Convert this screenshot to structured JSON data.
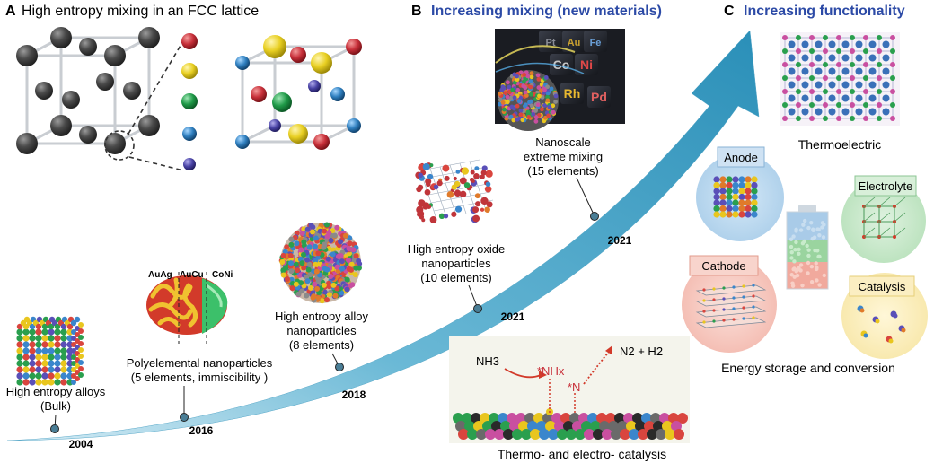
{
  "panels": {
    "a": {
      "letter": "A",
      "title": "High entropy mixing in an FCC lattice"
    },
    "b": {
      "letter": "B",
      "title": "Increasing mixing (new materials)"
    },
    "c": {
      "letter": "C",
      "title": "Increasing functionality"
    }
  },
  "timeline": [
    {
      "year": "2004",
      "line1": "High entropy alloys",
      "line2": "(Bulk)"
    },
    {
      "year": "2016",
      "line1": "Polyelemental nanoparticles",
      "line2": "(5 elements, immiscibility )"
    },
    {
      "year": "2018",
      "line1": "High entropy alloy",
      "line2": "nanoparticles",
      "line3": "(8 elements)"
    },
    {
      "year": "2021",
      "line1": "High entropy oxide",
      "line2": "nanoparticles",
      "line3": "(10 elements)"
    },
    {
      "year": "2021",
      "line1": "Nanoscale",
      "line2": "extreme mixing",
      "line3": "(15 elements)"
    }
  ],
  "particle_labels": [
    "AuAg",
    "AuCu",
    "CoNi"
  ],
  "tiles": [
    "Pt",
    "Au",
    "Fe",
    "Co",
    "Ni",
    "Rh",
    "Pd"
  ],
  "catalysis": {
    "nh3": "NH3",
    "nhx": "*NHx",
    "n": "*N",
    "prod": "N2 + H2",
    "caption": "Thermo- and electro- catalysis"
  },
  "functions": {
    "thermo": "Thermoelectric",
    "anode": "Anode",
    "electrolyte": "Electrolyte",
    "cathode": "Cathode",
    "catalysis": "Catalysis",
    "energy": "Energy storage and conversion"
  },
  "colors": {
    "arrow": "#3a9ec2",
    "accent": "#2c4aa6",
    "red": "#c8303a",
    "yellow": "#e8cf22",
    "green": "#1f9a48",
    "blue": "#2f7fbf",
    "violet": "#4a44a6",
    "grey": "#4a4a4a"
  }
}
